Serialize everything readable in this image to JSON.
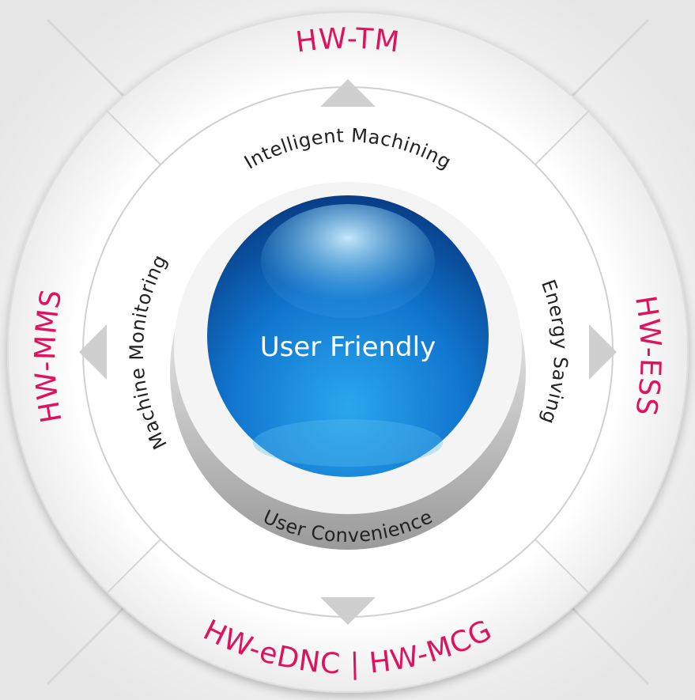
{
  "center": {
    "label": "User Friendly"
  },
  "inner_ring": {
    "top": "Intelligent Machining",
    "left": "Machine Monitoring",
    "right": "Energy Saving",
    "bottom": "User Convenience"
  },
  "outer_ring": {
    "top": "HW-TM",
    "left": "HW-MMS",
    "right": "HW-ESS",
    "bottom": "HW-eDNC | HW-MCG"
  },
  "colors": {
    "accent": "#e0115f",
    "sphere_light": "#8fd8f7",
    "sphere_dark": "#0a4f9e",
    "ring": "#f2f2f2"
  }
}
